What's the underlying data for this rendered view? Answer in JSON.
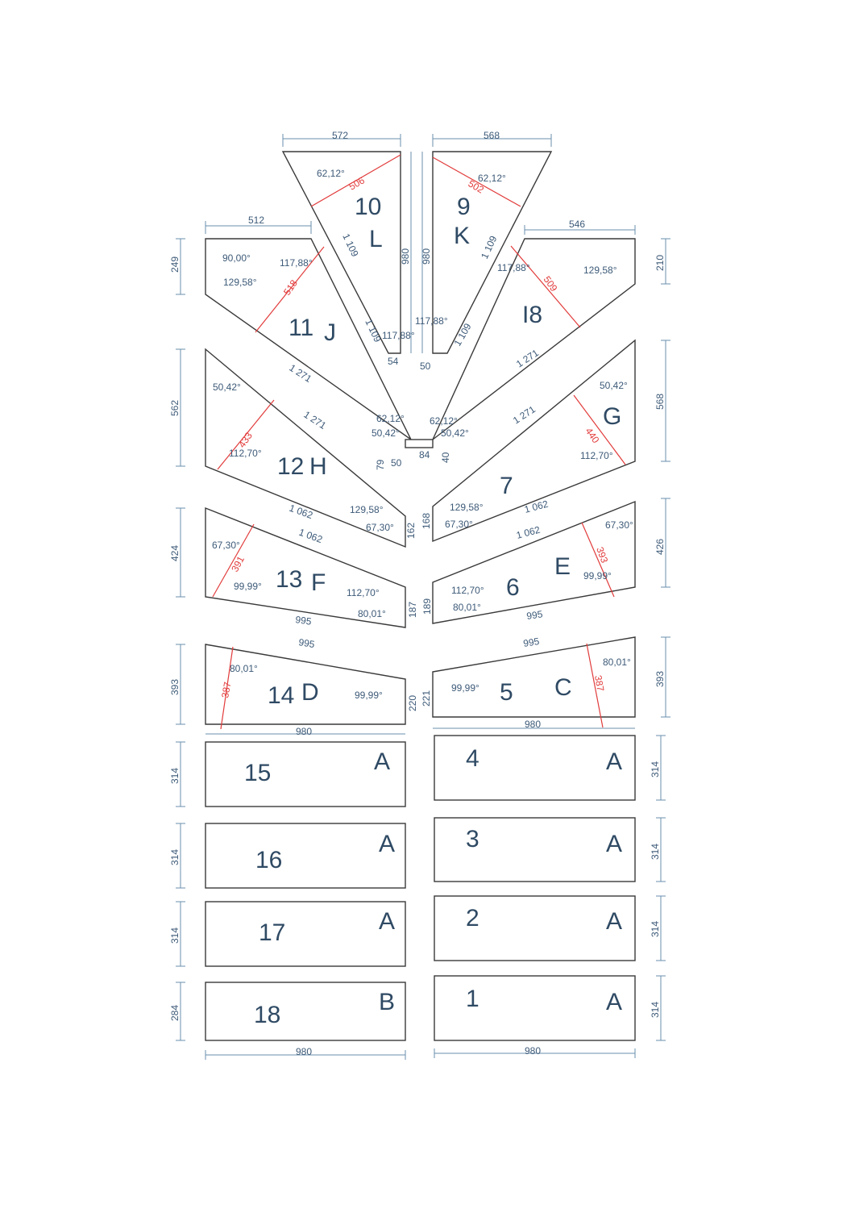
{
  "parts": [
    {
      "id": "10",
      "num": "10",
      "code": "L",
      "dims": [
        "572",
        "980",
        "1 109",
        "54"
      ],
      "red": "506",
      "angles": [
        "62,12°",
        "117,88°"
      ]
    },
    {
      "id": "9",
      "num": "9",
      "code": "K",
      "dims": [
        "568",
        "980",
        "1 109",
        "50"
      ],
      "red": "502",
      "angles": [
        "62,12°",
        "117,88°"
      ]
    },
    {
      "id": "11",
      "num": "11",
      "code": "J",
      "dims": [
        "512",
        "249",
        "1 109",
        "1 271"
      ],
      "red": "518",
      "angles": [
        "90,00°",
        "117,88°",
        "129,58°",
        "62,12°"
      ]
    },
    {
      "id": "8",
      "num": "I8",
      "code": "",
      "dims": [
        "546",
        "210",
        "1 109",
        "1 271"
      ],
      "red": "509",
      "angles": [
        "117,88°",
        "129,58°",
        "62,12°"
      ]
    },
    {
      "id": "12",
      "num": "12",
      "code": "H",
      "dims": [
        "562",
        "1 271",
        "79",
        "50",
        "162"
      ],
      "red": "433",
      "angles": [
        "50,42°",
        "112,70°",
        "129,58°",
        "67,30°",
        "50,42°"
      ]
    },
    {
      "id": "7",
      "num": "7",
      "code": "",
      "dims": [
        "568",
        "1 271",
        "84",
        "40",
        "168"
      ],
      "red": "440",
      "angles": [
        "50,42°",
        "112,70°",
        "129,58°",
        "67,30°",
        "50,42°"
      ]
    },
    {
      "id": "G",
      "code": "G"
    },
    {
      "id": "13",
      "num": "13",
      "code": "F",
      "dims": [
        "424",
        "1 062",
        "187",
        "995"
      ],
      "red": "391",
      "angles": [
        "67,30°",
        "99,99°",
        "112,70°",
        "80,01°"
      ]
    },
    {
      "id": "6",
      "num": "6",
      "code": "E",
      "dims": [
        "426",
        "1 062",
        "189",
        "995"
      ],
      "red": "393",
      "angles": [
        "67,30°",
        "99,99°",
        "112,70°",
        "80,01°"
      ]
    },
    {
      "id": "14",
      "num": "14",
      "code": "D",
      "dims": [
        "393",
        "995",
        "220",
        "980"
      ],
      "red": "387",
      "angles": [
        "80,01°",
        "99,99°"
      ]
    },
    {
      "id": "5",
      "num": "5",
      "code": "C",
      "dims": [
        "393",
        "995",
        "221",
        "980"
      ],
      "red": "387",
      "angles": [
        "80,01°",
        "99,99°"
      ]
    },
    {
      "id": "15",
      "num": "15",
      "code": "A",
      "dims": [
        "314"
      ]
    },
    {
      "id": "16",
      "num": "16",
      "code": "A",
      "dims": [
        "314"
      ]
    },
    {
      "id": "17",
      "num": "17",
      "code": "A",
      "dims": [
        "314"
      ]
    },
    {
      "id": "18",
      "num": "18",
      "code": "B",
      "dims": [
        "284",
        "980"
      ]
    },
    {
      "id": "4",
      "num": "4",
      "code": "A",
      "dims": [
        "314"
      ]
    },
    {
      "id": "3",
      "num": "3",
      "code": "A",
      "dims": [
        "314"
      ]
    },
    {
      "id": "2",
      "num": "2",
      "code": "A",
      "dims": [
        "314"
      ]
    },
    {
      "id": "1",
      "num": "1",
      "code": "A",
      "dims": [
        "314",
        "980"
      ]
    }
  ],
  "labels": {
    "d572": "572",
    "d568": "568",
    "d512": "512",
    "d546": "546",
    "d249": "249",
    "d210": "210",
    "d980": "980",
    "d1109": "1 109",
    "d1271": "1 271",
    "d54": "54",
    "d50": "50",
    "d562": "562",
    "d79": "79",
    "d84": "84",
    "d40": "40",
    "d162": "162",
    "d168": "168",
    "d1062": "1 062",
    "d424": "424",
    "d426": "426",
    "d187": "187",
    "d189": "189",
    "d995": "995",
    "d393": "393",
    "d220": "220",
    "d221": "221",
    "d314": "314",
    "d284": "284",
    "r506": "506",
    "r502": "502",
    "r518": "518",
    "r509": "509",
    "r433": "433",
    "r440": "440",
    "r391": "391",
    "r393": "393",
    "r387": "387",
    "a6212": "62,12°",
    "a11788": "117,88°",
    "a9000": "90,00°",
    "a12958": "129,58°",
    "a5042": "50,42°",
    "a11270": "112,70°",
    "a6730": "67,30°",
    "a9999": "99,99°",
    "a8001": "80,01°",
    "n10": "10",
    "cL": "L",
    "n9": "9",
    "cK": "K",
    "n11": "11",
    "cJ": "J",
    "n8": "I8",
    "n12": "12",
    "cH": "H",
    "n7": "7",
    "cG": "G",
    "n13": "13",
    "cF": "F",
    "n6": "6",
    "cE": "E",
    "n14": "14",
    "cD": "D",
    "n5": "5",
    "cC": "C",
    "n15": "15",
    "n16": "16",
    "n17": "17",
    "n18": "18",
    "n4": "4",
    "n3": "3",
    "n2": "2",
    "n1": "1",
    "cA": "A",
    "cB": "B"
  }
}
